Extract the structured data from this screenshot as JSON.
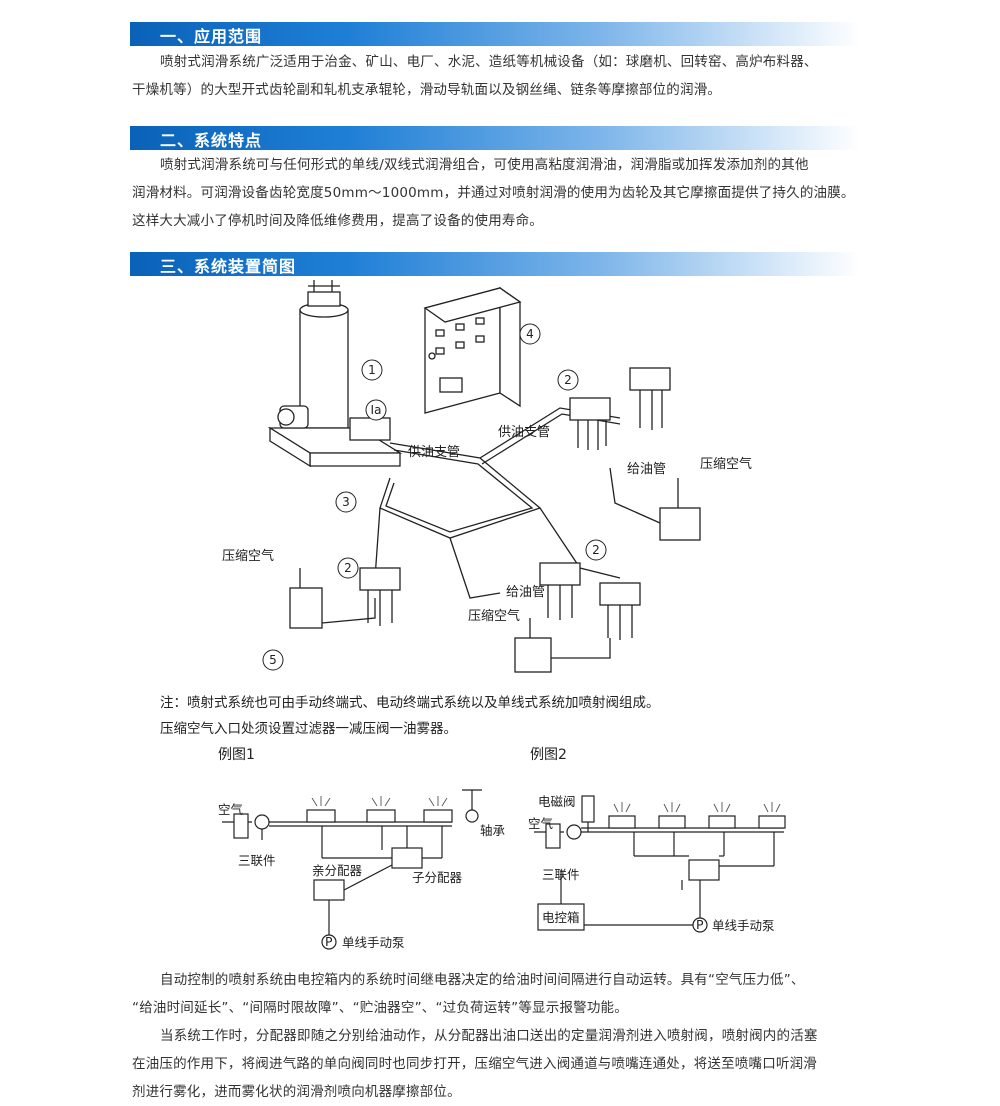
{
  "sections": [
    {
      "title": "一、应用范围"
    },
    {
      "title": "二、系统特点"
    },
    {
      "title": "三、系统装置简图"
    }
  ],
  "section1": {
    "lines": [
      "喷射式润滑系统广泛适用于治金、矿山、电厂、水泥、造纸等机械设备（如：球磨机、回转窑、高炉布料器、",
      "干燥机等）的大型开式齿轮副和轧机支承辊轮，滑动导轨面以及钢丝绳、链条等摩擦部位的润滑。"
    ]
  },
  "section2": {
    "lines": [
      "喷射式润滑系统可与任何形式的单线/双线式润滑组合，可使用高粘度润滑油，润滑脂或加挥发添加剂的其他",
      "润滑材料。可润滑设备齿轮宽度50mm～1000mm，并通过对喷射润滑的使用为齿轮及其它摩擦面提供了持久的油膜。",
      "这样大大减小了停机时间及降低维修费用，提高了设备的使用寿命。"
    ]
  },
  "diagram": {
    "labels": {
      "gongyou1": "供油支管",
      "gongyou2": "供油支管",
      "geiyou1": "给油管",
      "geiyou2": "给油管",
      "air1": "压缩空气",
      "air2": "压缩空气",
      "air3": "压缩空气"
    },
    "callouts": {
      "c1": "1",
      "c1a": "Ia",
      "c2a": "2",
      "c2b": "2",
      "c2c": "2",
      "c3": "3",
      "c4": "4",
      "c5": "5"
    }
  },
  "notes": [
    "注：喷射式系统也可由手动终端式、电动终端式系统以及单线式系统加喷射阀组成。",
    "压缩空气入口处须设置过滤器一减压阀一油雾器。"
  ],
  "example1": {
    "title": "例图1",
    "air": "空气",
    "triple": "三联件",
    "bearing": "轴承",
    "parent": "亲分配器",
    "child": "子分配器",
    "pump_p": "P",
    "pump": "单线手动泵"
  },
  "example2": {
    "title": "例图2",
    "solenoid": "电磁阀",
    "air": "空气",
    "triple": "三联件",
    "box": "电控箱",
    "pump_p": "P",
    "pump": "单线手动泵"
  },
  "bottom": {
    "lines": [
      "自动控制的喷射系统由电控箱内的系统时间继电器决定的给油时间间隔进行自动运转。具有“空气压力低”、",
      "“给油时间延长”、“间隔时限故障”、“贮油器空”、“过负荷运转”等显示报警功能。",
      "当系统工作时，分配器即随之分别给油动作，从分配器出油口送出的定量润滑剂进入喷射阀，喷射阀内的活塞",
      "在油压的作用下，将阀进气路的单向阀同时也同步打开，压缩空气进入阀通道与喷嘴连通处，将送至喷嘴口听润滑",
      "剂进行雾化，进而雾化状的润滑剂喷向机器摩擦部位。"
    ]
  }
}
